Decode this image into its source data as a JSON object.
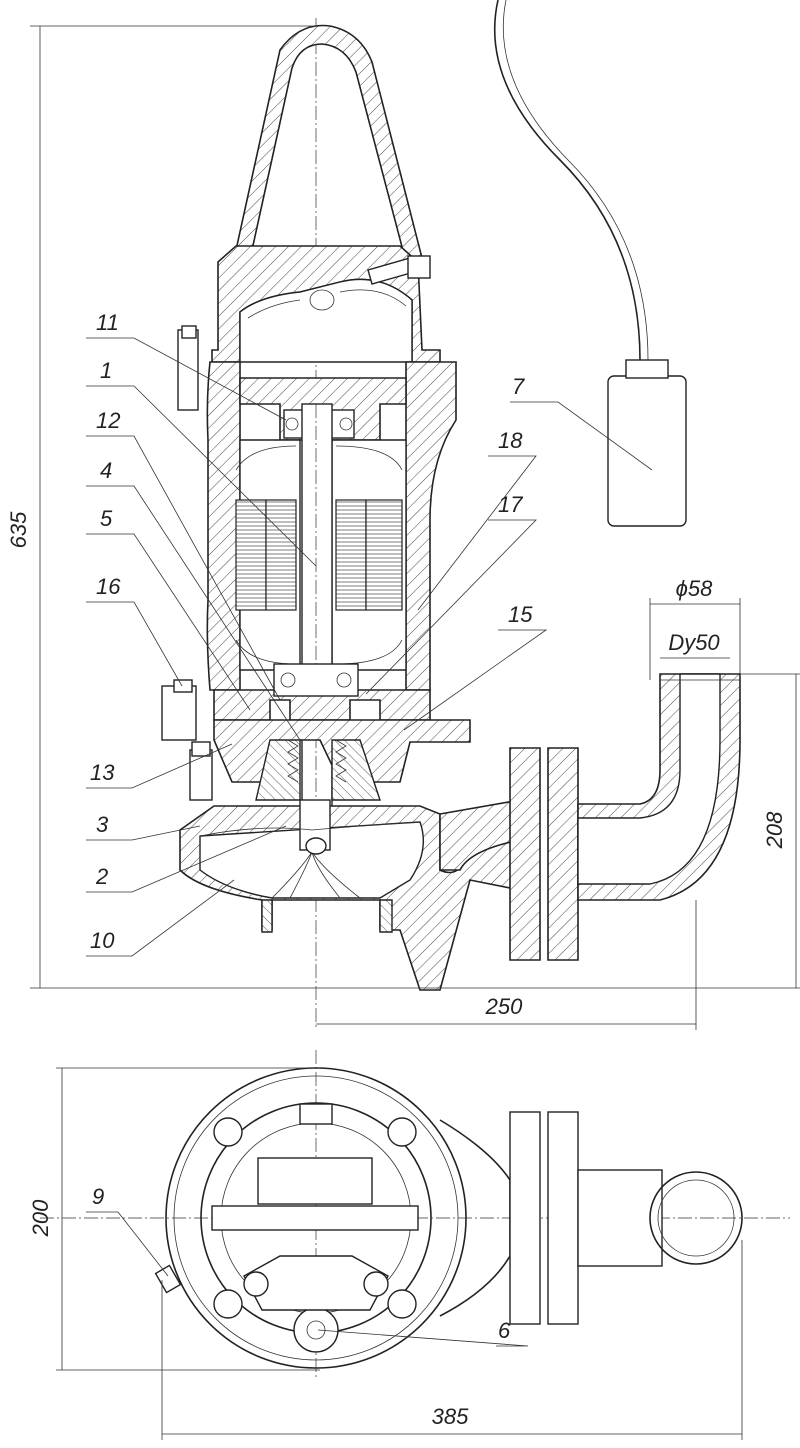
{
  "part_labels": {
    "p1": "1",
    "p2": "2",
    "p3": "3",
    "p4": "4",
    "p5": "5",
    "p6": "6",
    "p7": "7",
    "p9": "9",
    "p10": "10",
    "p11": "11",
    "p12": "12",
    "p13": "13",
    "p15": "15",
    "p16": "16",
    "p17": "17",
    "p18": "18"
  },
  "dimensions": {
    "overall_height": "635",
    "outlet_outer_diameter": "ϕ58",
    "outlet_nominal_bore": "Dy50",
    "outlet_height": "208",
    "outlet_offset": "250",
    "plan_depth": "200",
    "plan_width": "385"
  }
}
